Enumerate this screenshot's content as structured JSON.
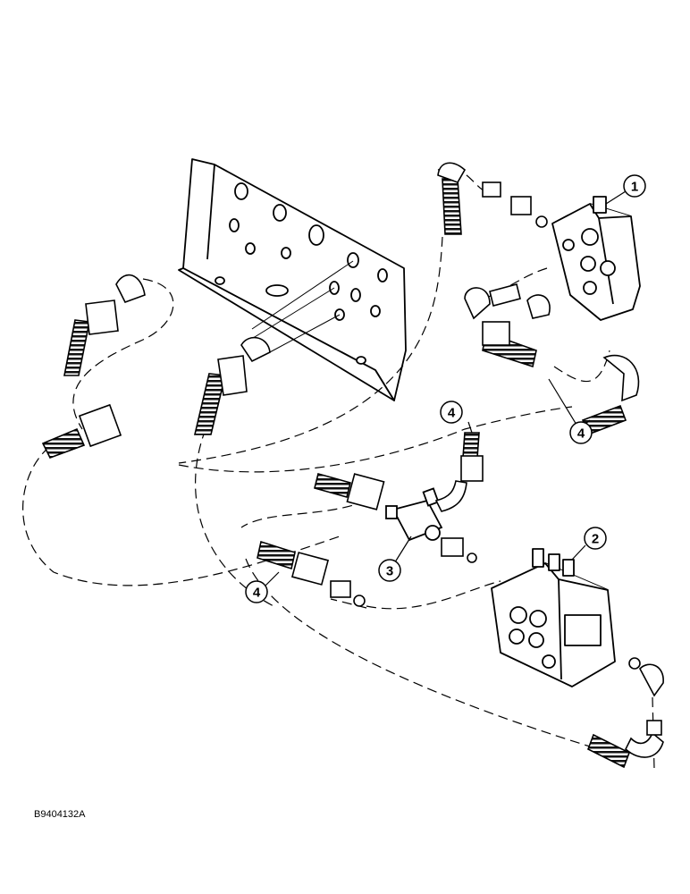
{
  "figure": {
    "reference_code": "B9404132A",
    "callouts": [
      {
        "id": "callout-1",
        "label": "1"
      },
      {
        "id": "callout-2",
        "label": "2"
      },
      {
        "id": "callout-3",
        "label": "3"
      },
      {
        "id": "callout-4a",
        "label": "4"
      },
      {
        "id": "callout-4b",
        "label": "4"
      },
      {
        "id": "callout-4c",
        "label": "4"
      }
    ]
  }
}
